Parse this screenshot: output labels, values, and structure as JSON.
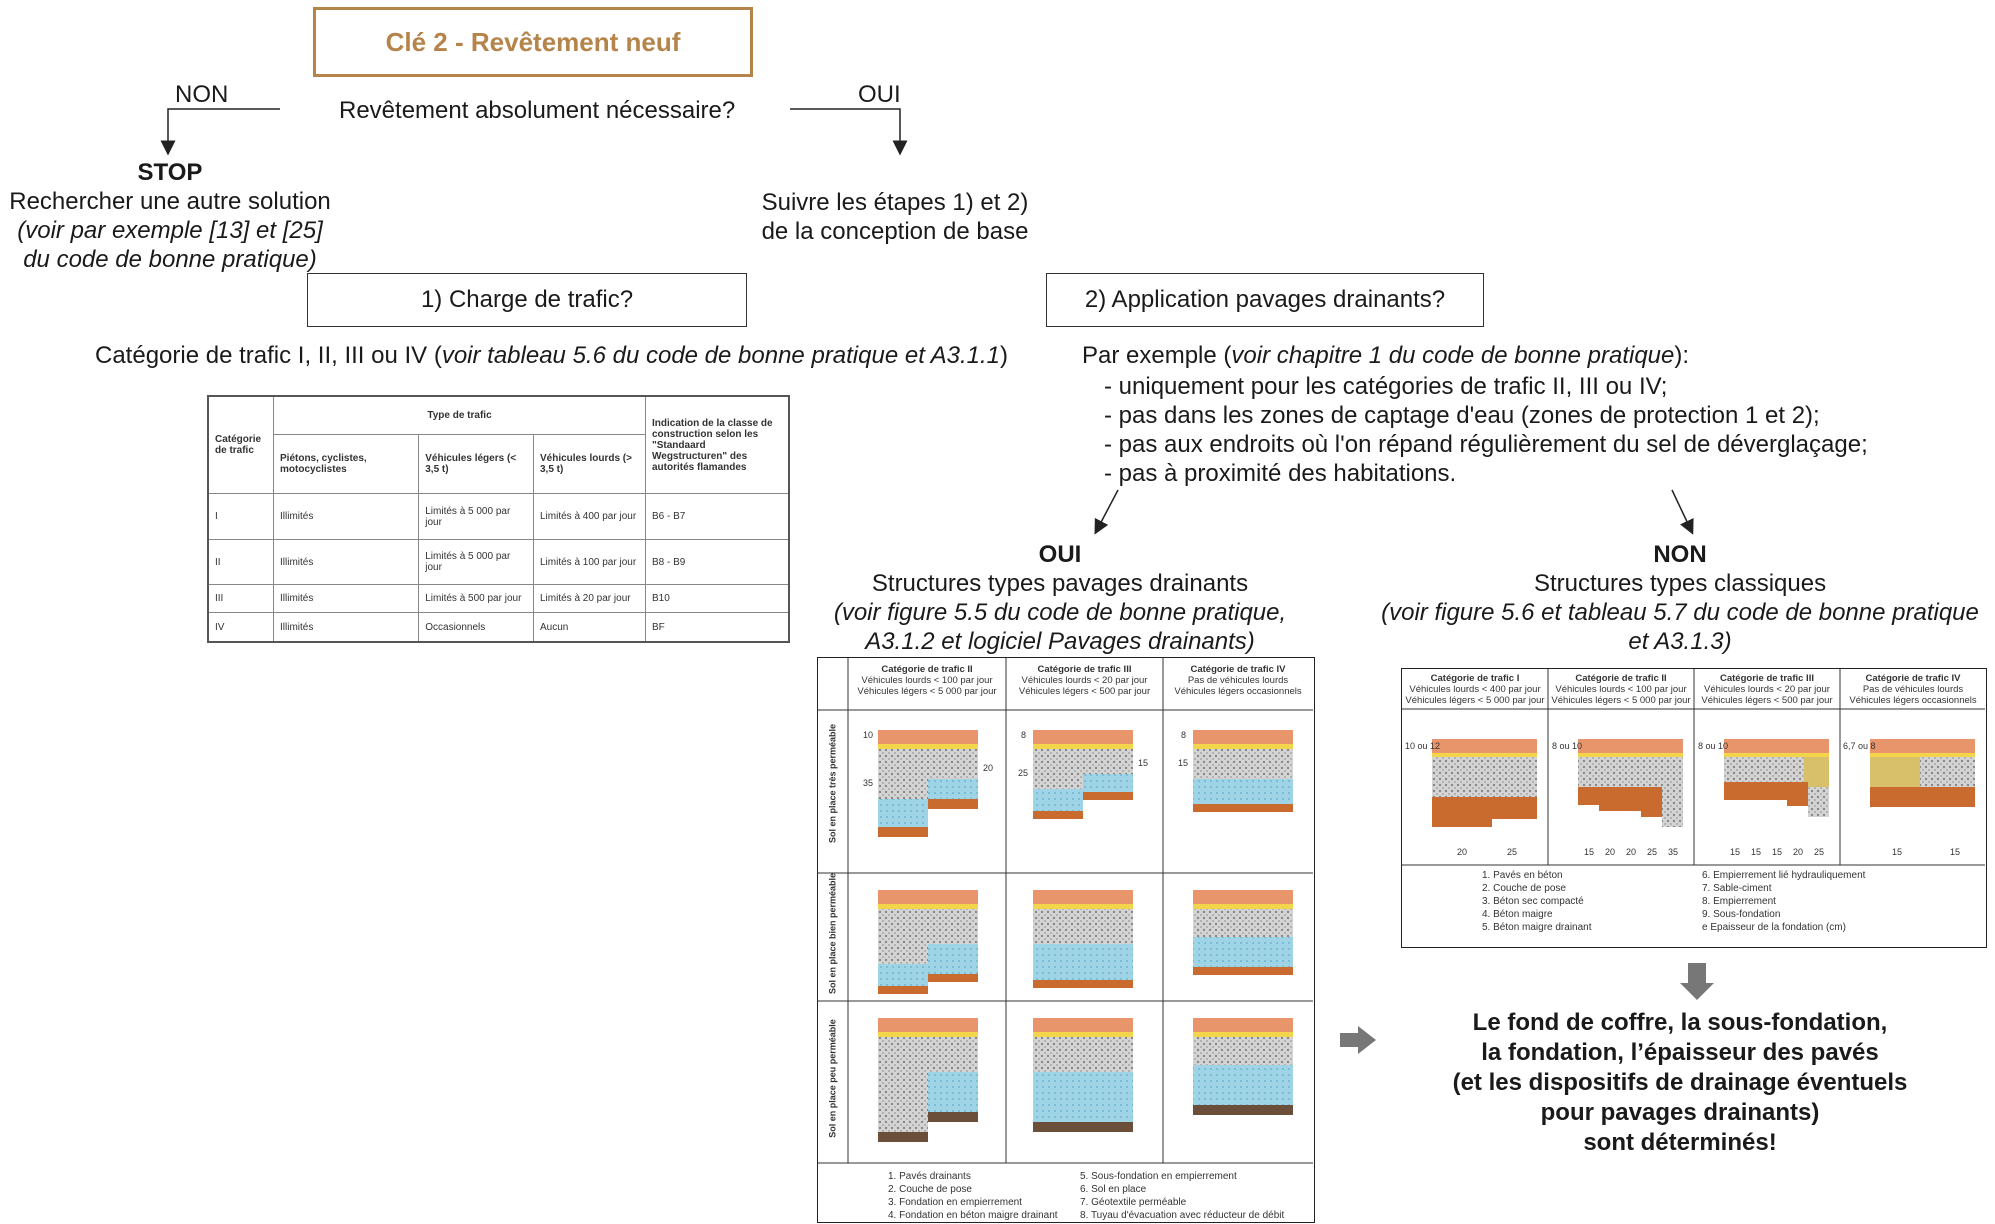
{
  "title": "Clé 2 - Revêtement neuf",
  "question": "Revêtement absolument nécessaire?",
  "no_label": "NON",
  "yes_label": "OUI",
  "stop": {
    "title": "STOP",
    "line1": "Rechercher une autre solution",
    "line2": "(voir par exemple [13] et [25]",
    "line3": "du code de bonne pratique)"
  },
  "yes_text": {
    "line1": "Suivre les étapes 1) et 2)",
    "line2": "de la conception de base"
  },
  "step1": {
    "label": "1) Charge de trafic?",
    "desc_plain": "Catégorie de trafic I, II, III ou IV (",
    "desc_italic": "voir tableau 5.6 du code de bonne pratique et A3.1.1",
    "desc_end": ")"
  },
  "step2": {
    "label": "2) Application pavages drainants?",
    "intro_plain": "Par exemple (",
    "intro_italic": "voir chapitre 1 du code de bonne pratique",
    "intro_end": "):",
    "bullets": [
      "- uniquement pour les catégories de trafic II, III ou IV;",
      "- pas dans les zones de captage d'eau (zones de protection 1 et 2);",
      "- pas aux endroits où l'on répand régulièrement du sel de déverglaçage;",
      "- pas à proximité des habitations."
    ]
  },
  "traffic_table": {
    "col_cat": "Catégorie de trafic",
    "col_type": "Type de trafic",
    "col_class": "Indication de la classe de construction selon les \"Standaard Wegstructuren\" des autorités flamandes",
    "sub_cols": [
      "Piétons, cyclistes, motocyclistes",
      "Véhicules légers (< 3,5 t)",
      "Véhicules lourds (> 3,5 t)"
    ],
    "rows": [
      {
        "cat": "I",
        "ped": "Illimités",
        "light": "Limités à 5 000 par jour",
        "heavy": "Limités à 400 par jour",
        "cls": "B6 - B7"
      },
      {
        "cat": "II",
        "ped": "Illimités",
        "light": "Limités à 5 000 par jour",
        "heavy": "Limités à 100 par jour",
        "cls": "B8 - B9"
      },
      {
        "cat": "III",
        "ped": "Illimités",
        "light": "Limités à 500 par jour",
        "heavy": "Limités à 20 par jour",
        "cls": "B10"
      },
      {
        "cat": "IV",
        "ped": "Illimités",
        "light": "Occasionnels",
        "heavy": "Aucun",
        "cls": "BF"
      }
    ]
  },
  "oui_branch": {
    "title": "OUI",
    "line1": "Structures types pavages drainants",
    "line2": "(voir figure 5.5 du code de bonne pratique,",
    "line3": "A3.1.2 et logiciel Pavages drainants)"
  },
  "non_branch": {
    "title": "NON",
    "line1": "Structures types classiques",
    "line2": "(voir figure 5.6 et tableau 5.7 du code de bonne pratique",
    "line3": "et A3.1.3)"
  },
  "drain_fig": {
    "headers": [
      {
        "cat": "Catégorie de trafic II",
        "l1": "Véhicules lourds < 100 par jour",
        "l2": "Véhicules légers < 5 000 par jour"
      },
      {
        "cat": "Catégorie de trafic III",
        "l1": "Véhicules lourds < 20 par jour",
        "l2": "Véhicules légers < 500 par jour"
      },
      {
        "cat": "Catégorie de trafic IV",
        "l1": "Pas de véhicules lourds",
        "l2": "Véhicules légers occasionnels"
      }
    ],
    "rows": [
      "Sol en place très perméable",
      "Sol en place bien perméable",
      "Sol en place peu perméable"
    ],
    "dims": [
      [
        "10",
        "35",
        "20"
      ],
      [
        "8",
        "25",
        "15"
      ],
      [
        "8",
        "15"
      ]
    ],
    "legend_left": [
      "1.  Pavés drainants",
      "2.  Couche de pose",
      "3.  Fondation en empierrement",
      "4.  Fondation en béton maigre drainant"
    ],
    "legend_right": [
      "5.  Sous-fondation en empierrement",
      "6.  Sol en place",
      "7.  Géotextile perméable",
      "8.  Tuyau d'évacuation avec réducteur de débit"
    ]
  },
  "classic_fig": {
    "headers": [
      {
        "cat": "Catégorie de trafic I",
        "l1": "Véhicules lourds < 400 par jour",
        "l2": "Véhicules légers < 5 000 par jour"
      },
      {
        "cat": "Catégorie de trafic II",
        "l1": "Véhicules lourds < 100 par jour",
        "l2": "Véhicules légers < 5 000 par jour"
      },
      {
        "cat": "Catégorie de trafic III",
        "l1": "Véhicules lourds < 20 par jour",
        "l2": "Véhicules légers < 500 par jour"
      },
      {
        "cat": "Catégorie de trafic IV",
        "l1": "Pas de véhicules lourds",
        "l2": "Véhicules légers occasionnels"
      }
    ],
    "thickness_labels": [
      "10 ou 12",
      "8 ou 10",
      "8 ou 10",
      "6,7 ou 8"
    ],
    "e_values": [
      [
        "20",
        "25"
      ],
      [
        "15",
        "20",
        "20",
        "25",
        "35"
      ],
      [
        "15",
        "15",
        "15",
        "20",
        "25"
      ],
      [
        "15",
        "15"
      ]
    ],
    "legend_left": [
      "1.  Pavés en béton",
      "2.  Couche de pose",
      "3.  Béton sec compacté",
      "4.  Béton maigre",
      "5.  Béton maigre drainant"
    ],
    "legend_right": [
      "6.  Empierrement lié hydrauliquement",
      "7.  Sable-ciment",
      "8.  Empierrement",
      "9.  Sous-fondation",
      "e   Epaisseur de la fondation (cm)"
    ]
  },
  "result": {
    "l1": "Le fond de coffre, la sous-fondation,",
    "l2": "la fondation, l’épaisseur des pavés",
    "l3": "(et les dispositifs de drainage éventuels",
    "l4": "pour pavages drainants)",
    "l5": "sont déterminés!"
  },
  "colors": {
    "accent": "#b5844a",
    "paver": "#e8956b",
    "bedding": "#f2d54b",
    "gravel": "#c8c8c8",
    "water": "#8fcbe0",
    "soil": "#c96a2e",
    "arrow": "#777777"
  }
}
